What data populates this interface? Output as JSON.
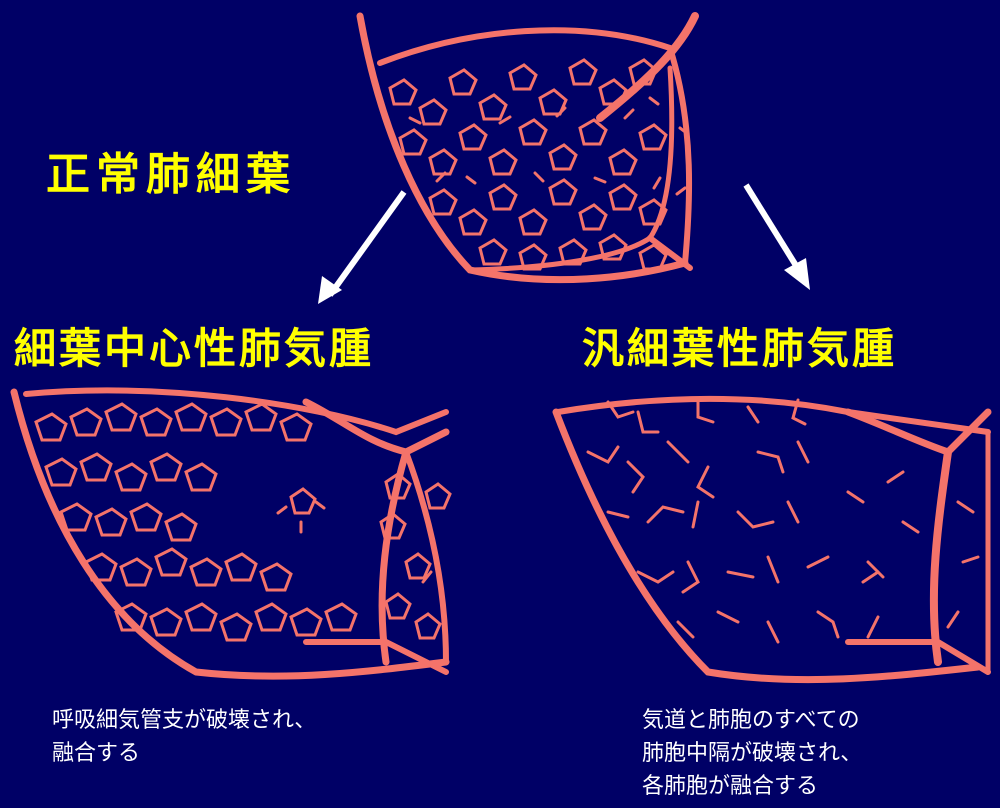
{
  "labels": {
    "normal": "正常肺細葉",
    "centriacinar": "細葉中心性肺気腫",
    "panacinar": "汎細葉性肺気腫"
  },
  "captions": {
    "centriacinar": [
      "呼吸細気管支が破壊され、",
      "融合する"
    ],
    "panacinar": [
      "気道と肺胞のすべての",
      "肺胞中隔が破壊され、",
      "各肺胞が融合する"
    ]
  },
  "colors": {
    "background": "#000066",
    "tissue": "#f4736a",
    "title": "#ffff00",
    "caption": "#ffffff",
    "arrow": "#ffffff"
  }
}
